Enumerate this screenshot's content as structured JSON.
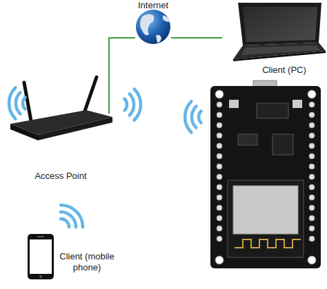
{
  "diagram": {
    "nodes": [
      {
        "text": [
          "Internet"
        ]
      },
      {
        "text": [
          "Client (PC)"
        ]
      },
      {
        "text": [
          "Access Point"
        ]
      },
      {
        "text": [
          "Client (mobile phone)"
        ]
      }
    ],
    "edges": [
      {
        "from": 2,
        "to": 0,
        "arrow": "none"
      },
      {
        "from": 0,
        "to": 1,
        "arrow": "none"
      }
    ]
  }
}
